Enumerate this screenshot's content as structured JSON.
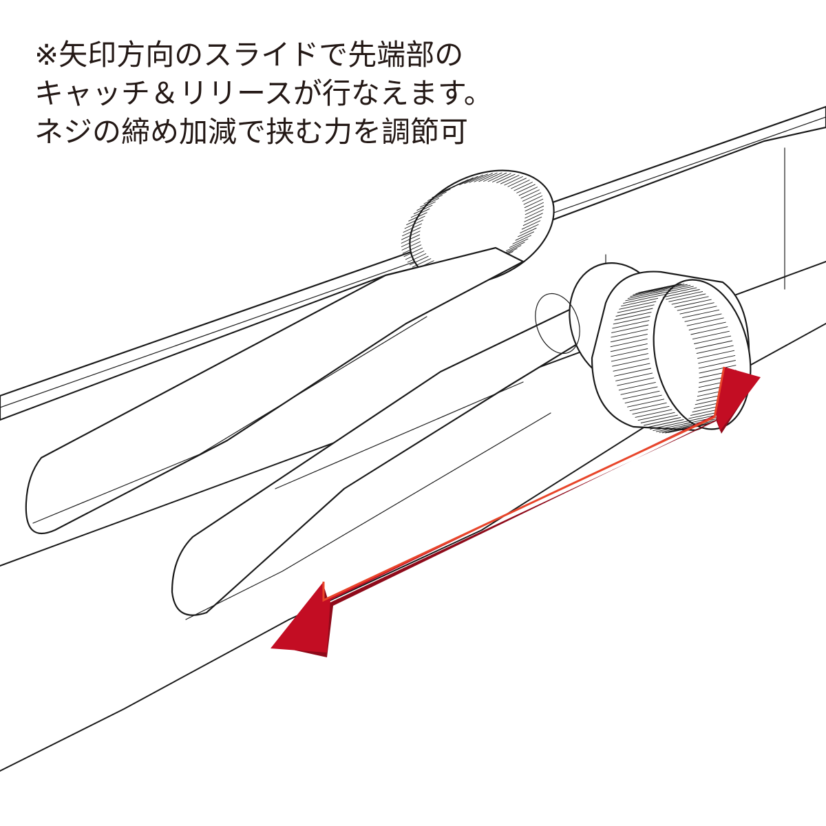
{
  "caption": {
    "lines": [
      "※矢印方向のスライドで先端部の",
      "キャッチ＆リリースが行なえます。",
      "ネジの締め加減で挟む力を調節可"
    ]
  },
  "colors": {
    "arrow_fill": "#c30d23",
    "arrow_highlight": "#e8452a",
    "line_ink": "#1a1a1a",
    "background": "#ffffff"
  },
  "icons": {
    "arrow": "double-headed-arrow-icon",
    "knob": "knurled-screw-knob-icon"
  }
}
